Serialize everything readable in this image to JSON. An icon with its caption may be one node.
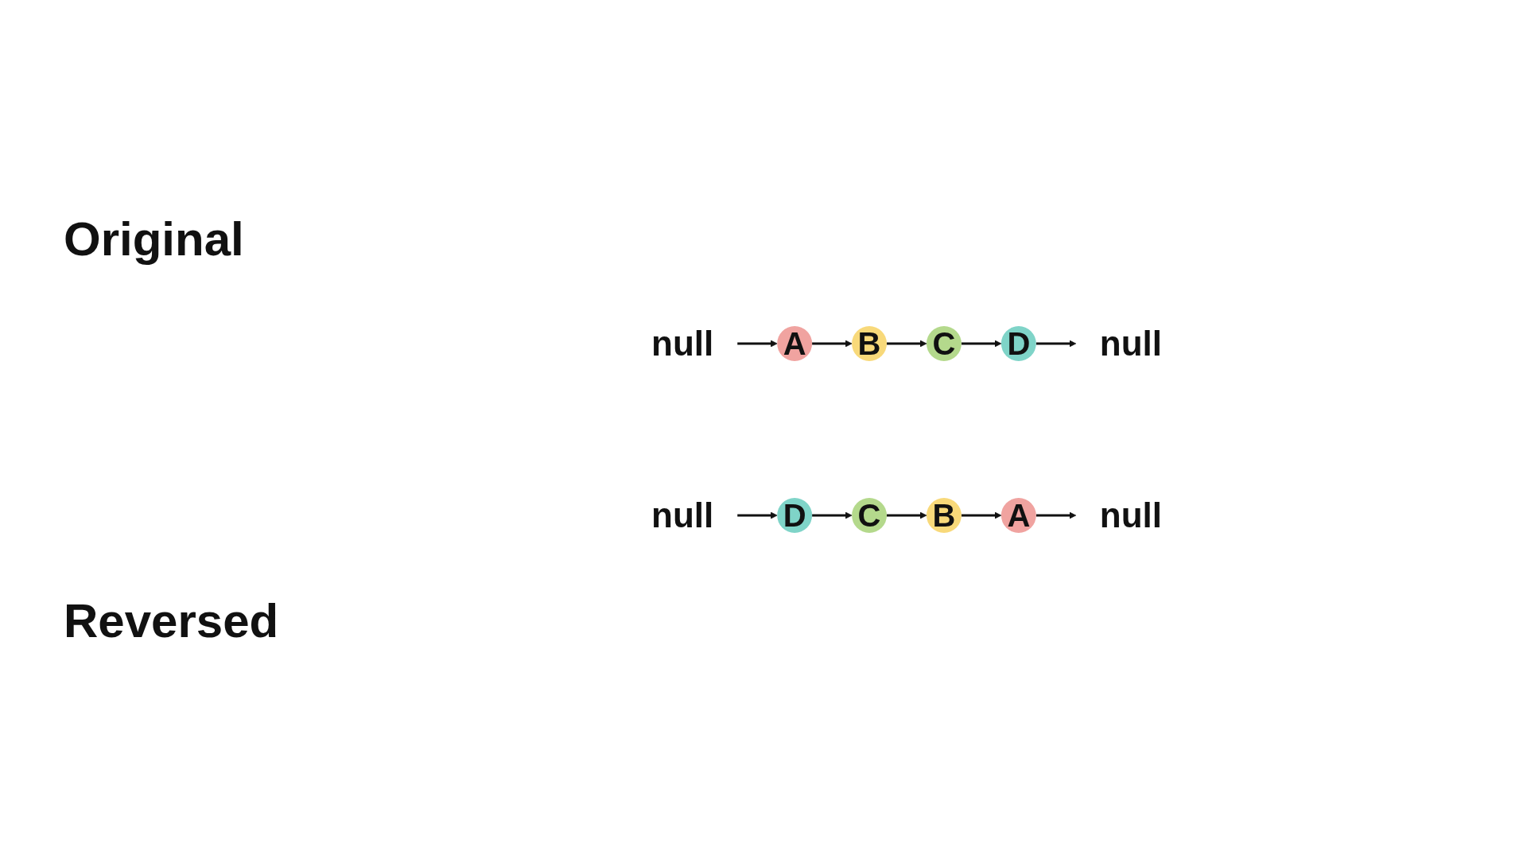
{
  "diagram": {
    "nodes": [
      {
        "text": [
          "null"
        ]
      },
      {
        "text": [
          "A"
        ]
      },
      {
        "text": [
          "B"
        ]
      },
      {
        "text": [
          "C"
        ]
      },
      {
        "text": [
          "D"
        ]
      },
      {
        "text": [
          "null"
        ]
      },
      {
        "text": [
          "null"
        ]
      },
      {
        "text": [
          "D"
        ]
      },
      {
        "text": [
          "C"
        ]
      },
      {
        "text": [
          "B"
        ]
      },
      {
        "text": [
          "A"
        ]
      },
      {
        "text": [
          "null"
        ]
      }
    ],
    "edges": [
      {
        "from": 0,
        "to": 1,
        "arrow": "to"
      },
      {
        "from": 1,
        "to": 2,
        "arrow": "to"
      },
      {
        "from": 2,
        "to": 3,
        "arrow": "to"
      },
      {
        "from": 3,
        "to": 4,
        "arrow": "to"
      },
      {
        "from": 4,
        "to": 5,
        "arrow": "to"
      },
      {
        "from": 6,
        "to": 7,
        "arrow": "to"
      },
      {
        "from": 7,
        "to": 8,
        "arrow": "to"
      },
      {
        "from": 8,
        "to": 9,
        "arrow": "to"
      },
      {
        "from": 9,
        "to": 10,
        "arrow": "to"
      },
      {
        "from": 10,
        "to": 11,
        "arrow": "to"
      }
    ],
    "labels": [
      "Original",
      "Reversed"
    ]
  }
}
